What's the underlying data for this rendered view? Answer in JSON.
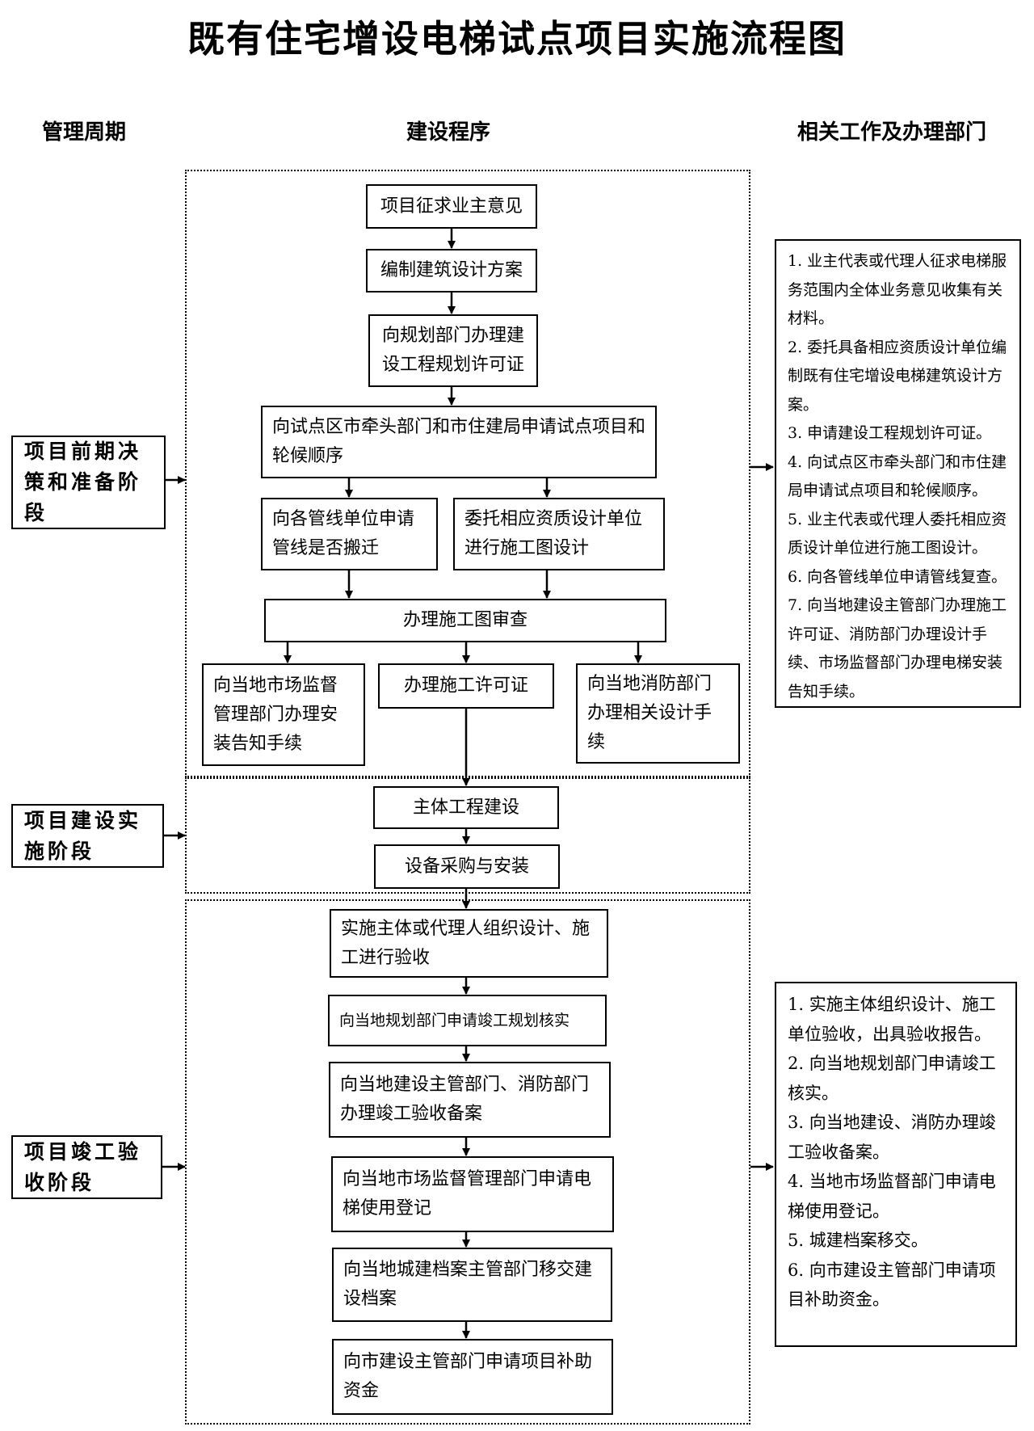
{
  "title": "既有住宅增设电梯试点项目实施流程图",
  "headers": {
    "cycle": "管理周期",
    "procedure": "建设程序",
    "related": "相关工作及办理部门"
  },
  "stages": {
    "prep": "项目前期决策和准备阶段",
    "build": "项目建设实施阶段",
    "accept": "项目竣工验收阶段"
  },
  "steps": {
    "s1": "项目征求业主意见",
    "s2": "编制建筑设计方案",
    "s3": "向规划部门办理建设工程规划许可证",
    "s4": "向试点区市牵头部门和市住建局申请试点项目和轮候顺序",
    "s5": "向各管线单位申请管线是否搬迁",
    "s6": "委托相应资质设计单位进行施工图设计",
    "s7": "办理施工图审查",
    "s8": "向当地市场监督管理部门办理安装告知手续",
    "s9": "办理施工许可证",
    "s10": "向当地消防部门办理相关设计手续",
    "s11": "主体工程建设",
    "s12": "设备采购与安装",
    "s13": "实施主体或代理人组织设计、施工进行验收",
    "s14": "向当地规划部门申请竣工规划核实",
    "s15": "向当地建设主管部门、消防部门办理竣工验收备案",
    "s16": "向当地市场监督管理部门申请电梯使用登记",
    "s17": "向当地城建档案主管部门移交建设档案",
    "s18": "向市建设主管部门申请项目补助资金"
  },
  "notes_prep": [
    "1. 业主代表或代理人征求电梯服务范围内全体业务意见收集有关材料。",
    "2. 委托具备相应资质设计单位编制既有住宅增设电梯建筑设计方案。",
    "3. 申请建设工程规划许可证。",
    "4. 向试点区市牵头部门和市住建局申请试点项目和轮候顺序。",
    "5. 业主代表或代理人委托相应资质设计单位进行施工图设计。",
    "6. 向各管线单位申请管线复查。",
    "7. 向当地建设主管部门办理施工许可证、消防部门办理设计手续、市场监督部门办理电梯安装告知手续。"
  ],
  "notes_accept": [
    "1. 实施主体组织设计、施工单位验收，出具验收报告。",
    "2. 向当地规划部门申请竣工核实。",
    "3. 向当地建设、消防办理竣工验收备案。",
    "4. 当地市场监督部门申请电梯使用登记。",
    "5. 城建档案移交。",
    "6. 向市建设主管部门申请项目补助资金。"
  ]
}
